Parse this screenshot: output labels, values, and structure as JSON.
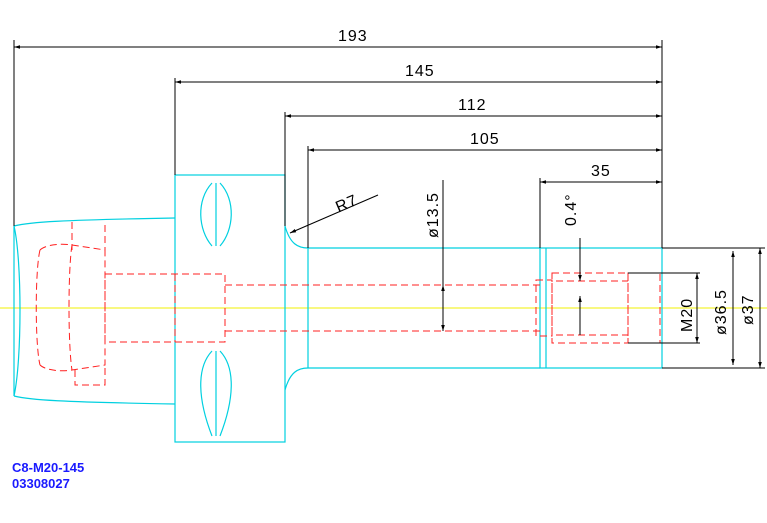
{
  "dimensions": {
    "overall_length": "193",
    "length_145": "145",
    "length_112": "112",
    "length_105": "105",
    "length_35": "35",
    "radius": "R7",
    "bore_diameter": "ø13.5",
    "angle": "0.4°",
    "thread": "M20",
    "diameter_36_5": "ø36.5",
    "diameter_37": "ø37"
  },
  "part": {
    "code": "C8-M20-145",
    "number": "03308027"
  },
  "colors": {
    "outline": "#00d0e0",
    "hidden_lines": "#ff2020",
    "centerline": "#f0f000",
    "dimensions": "#000000",
    "label": "#1a1aff"
  }
}
